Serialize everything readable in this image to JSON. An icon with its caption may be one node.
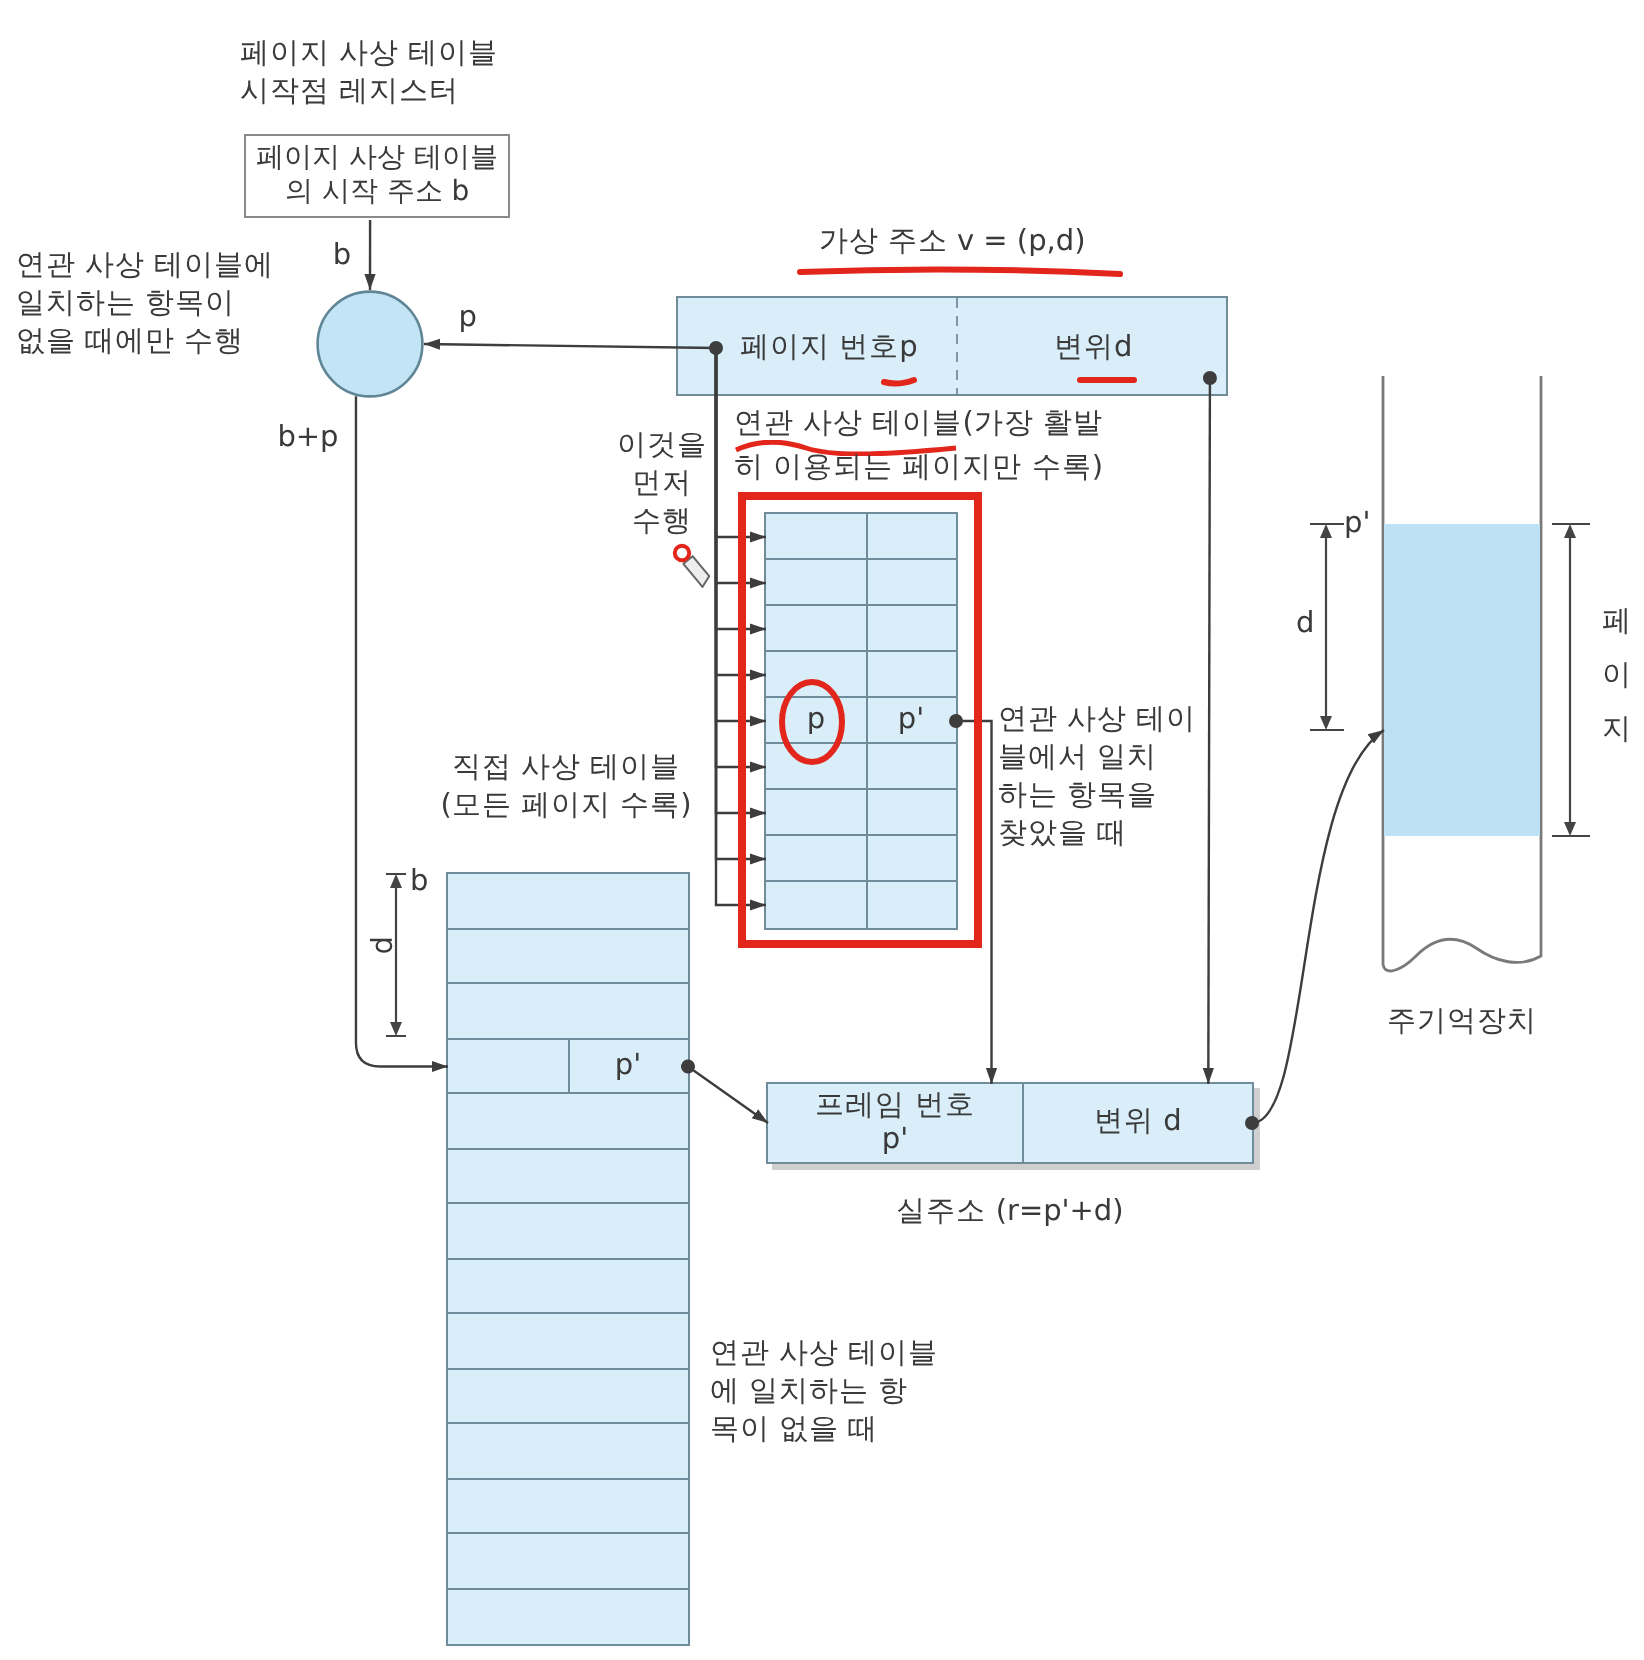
{
  "diagram": {
    "nodes": [
      {
        "text": [
          "페이지 사상 테이블 시작점 레지스터",
          "페이지 사상 테이블 의 시작 주소 b"
        ]
      },
      {
        "text": [],
        "shape": "circle"
      },
      {
        "text": [
          "가상 주소 v = (p,d)"
        ]
      },
      {
        "text": [
          "페이지 번호p"
        ],
        "in": 2
      },
      {
        "text": [
          "변위d"
        ],
        "in": 2
      },
      {
        "text": [
          "연관 사상 테이블(가장 활발 히 이용되는 페이지만 수록)"
        ]
      },
      {
        "text": [],
        "shape": "box",
        "in": 5
      },
      {
        "text": [],
        "shape": "box",
        "in": 5
      },
      {
        "text": [],
        "shape": "box",
        "in": 5
      },
      {
        "text": [],
        "shape": "box",
        "in": 5
      },
      {
        "text": [
          "p",
          "p'"
        ],
        "in": 5
      },
      {
        "text": [],
        "shape": "box",
        "in": 5
      },
      {
        "text": [],
        "shape": "box",
        "in": 5
      },
      {
        "text": [],
        "shape": "box",
        "in": 5
      },
      {
        "text": [],
        "shape": "box",
        "in": 5
      },
      {
        "text": [
          "주기억장치"
        ]
      },
      {
        "text": [],
        "shape": "box",
        "in": 15
      },
      {
        "text": [
          "직접 사상 테이블 (모든 페이지 수록)"
        ]
      },
      {
        "text": [],
        "shape": "box",
        "in": 17
      },
      {
        "text": [],
        "shape": "box",
        "in": 17
      },
      {
        "text": [],
        "shape": "box",
        "in": 17
      },
      {
        "text": [
          "p'"
        ],
        "in": 17
      },
      {
        "text": [],
        "shape": "box",
        "in": 17
      },
      {
        "text": [],
        "shape": "box",
        "in": 17
      },
      {
        "text": [],
        "shape": "box",
        "in": 17
      },
      {
        "text": [],
        "shape": "box",
        "in": 17
      },
      {
        "text": [],
        "shape": "box",
        "in": 17
      },
      {
        "text": [],
        "shape": "box",
        "in": 17
      },
      {
        "text": [],
        "shape": "box",
        "in": 17
      },
      {
        "text": [],
        "shape": "box",
        "in": 17
      },
      {
        "text": [],
        "shape": "box",
        "in": 17
      },
      {
        "text": [],
        "shape": "box",
        "in": 17
      },
      {
        "text": [
          "실주소 (r=p'+d)"
        ]
      },
      {
        "text": [
          "프레임 번호 p'"
        ],
        "in": 32
      },
      {
        "text": [
          "변위 d"
        ],
        "in": 32
      }
    ],
    "edges": [
      {
        "from": 0,
        "to": 1,
        "arrow": "to",
        "label": "b"
      },
      {
        "from": 3,
        "to": 1,
        "arrow": "to",
        "label": "p"
      },
      {
        "from": 3,
        "to": 6,
        "arrow": "to"
      },
      {
        "from": 3,
        "to": 7,
        "arrow": "to"
      },
      {
        "from": 3,
        "to": 8,
        "arrow": "to"
      },
      {
        "from": 3,
        "to": 9,
        "arrow": "to"
      },
      {
        "from": 3,
        "to": 10,
        "arrow": "to"
      },
      {
        "from": 3,
        "to": 11,
        "arrow": "to"
      },
      {
        "from": 3,
        "to": 12,
        "arrow": "to"
      },
      {
        "from": 3,
        "to": 13,
        "arrow": "to"
      },
      {
        "from": 3,
        "to": 14,
        "arrow": "to"
      },
      {
        "from": 10,
        "to": 33,
        "arrow": "to"
      },
      {
        "from": 4,
        "to": 34,
        "arrow": "to"
      },
      {
        "from": 1,
        "to": 21,
        "arrow": "to",
        "label": "b+p"
      },
      {
        "from": 21,
        "to": 33,
        "arrow": "to"
      },
      {
        "from": 34,
        "to": 16,
        "arrow": "to"
      }
    ],
    "labels": [
      "연관 사상 테이블에 일치하는 항목이 없을 때에만 수행",
      "이것을 먼저 수행",
      "p'",
      "d",
      "페이지",
      "연관 사상 테이 블에서 일치 하는 항목을 찾았을 때",
      "b",
      "p",
      "연관 사상 테이블 에 일치하는 항 목이 없을 때"
    ]
  }
}
